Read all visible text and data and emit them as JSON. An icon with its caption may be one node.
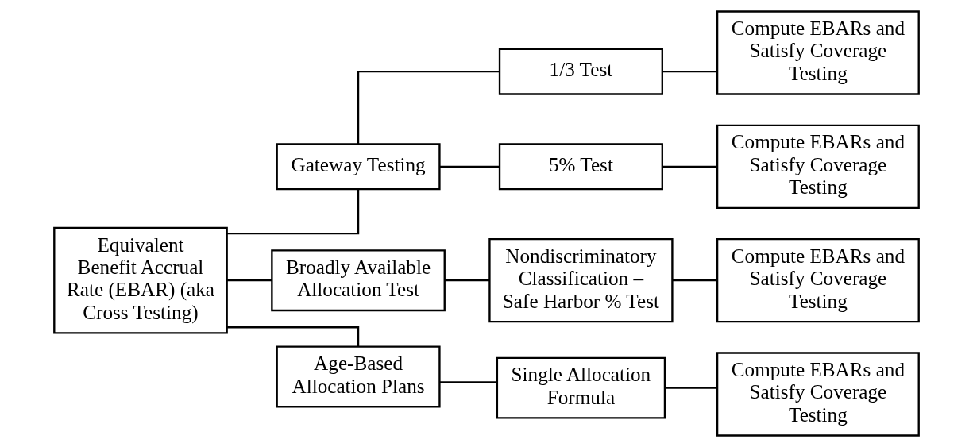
{
  "diagram": {
    "nodes": [
      {
        "text": [
          "Equivalent Benefit Accrual Rate (EBAR) (aka Cross Testing)"
        ]
      },
      {
        "text": [
          "Gateway Testing"
        ]
      },
      {
        "text": [
          "1/3 Test"
        ]
      },
      {
        "text": [
          "Compute EBARs and Satisfy Coverage Testing"
        ]
      },
      {
        "text": [
          "5% Test"
        ]
      },
      {
        "text": [
          "Compute EBARs and Satisfy Coverage Testing"
        ]
      },
      {
        "text": [
          "Broadly Available Allocation Test"
        ]
      },
      {
        "text": [
          "Nondiscriminatory Classification – Safe Harbor % Test"
        ]
      },
      {
        "text": [
          "Compute EBARs and Satisfy Coverage Testing"
        ]
      },
      {
        "text": [
          "Age-Based Allocation Plans"
        ]
      },
      {
        "text": [
          "Single Allocation Formula"
        ]
      },
      {
        "text": [
          "Compute EBARs and Satisfy Coverage Testing"
        ]
      }
    ],
    "edges": [
      {
        "from": 0,
        "to": 1,
        "arrow": "none"
      },
      {
        "from": 0,
        "to": 6,
        "arrow": "none"
      },
      {
        "from": 0,
        "to": 9,
        "arrow": "none"
      },
      {
        "from": 1,
        "to": 2,
        "arrow": "none"
      },
      {
        "from": 1,
        "to": 4,
        "arrow": "none"
      },
      {
        "from": 2,
        "to": 3,
        "arrow": "none"
      },
      {
        "from": 4,
        "to": 5,
        "arrow": "none"
      },
      {
        "from": 6,
        "to": 7,
        "arrow": "none"
      },
      {
        "from": 7,
        "to": 8,
        "arrow": "none"
      },
      {
        "from": 9,
        "to": 10,
        "arrow": "none"
      },
      {
        "from": 10,
        "to": 11,
        "arrow": "none"
      }
    ]
  }
}
